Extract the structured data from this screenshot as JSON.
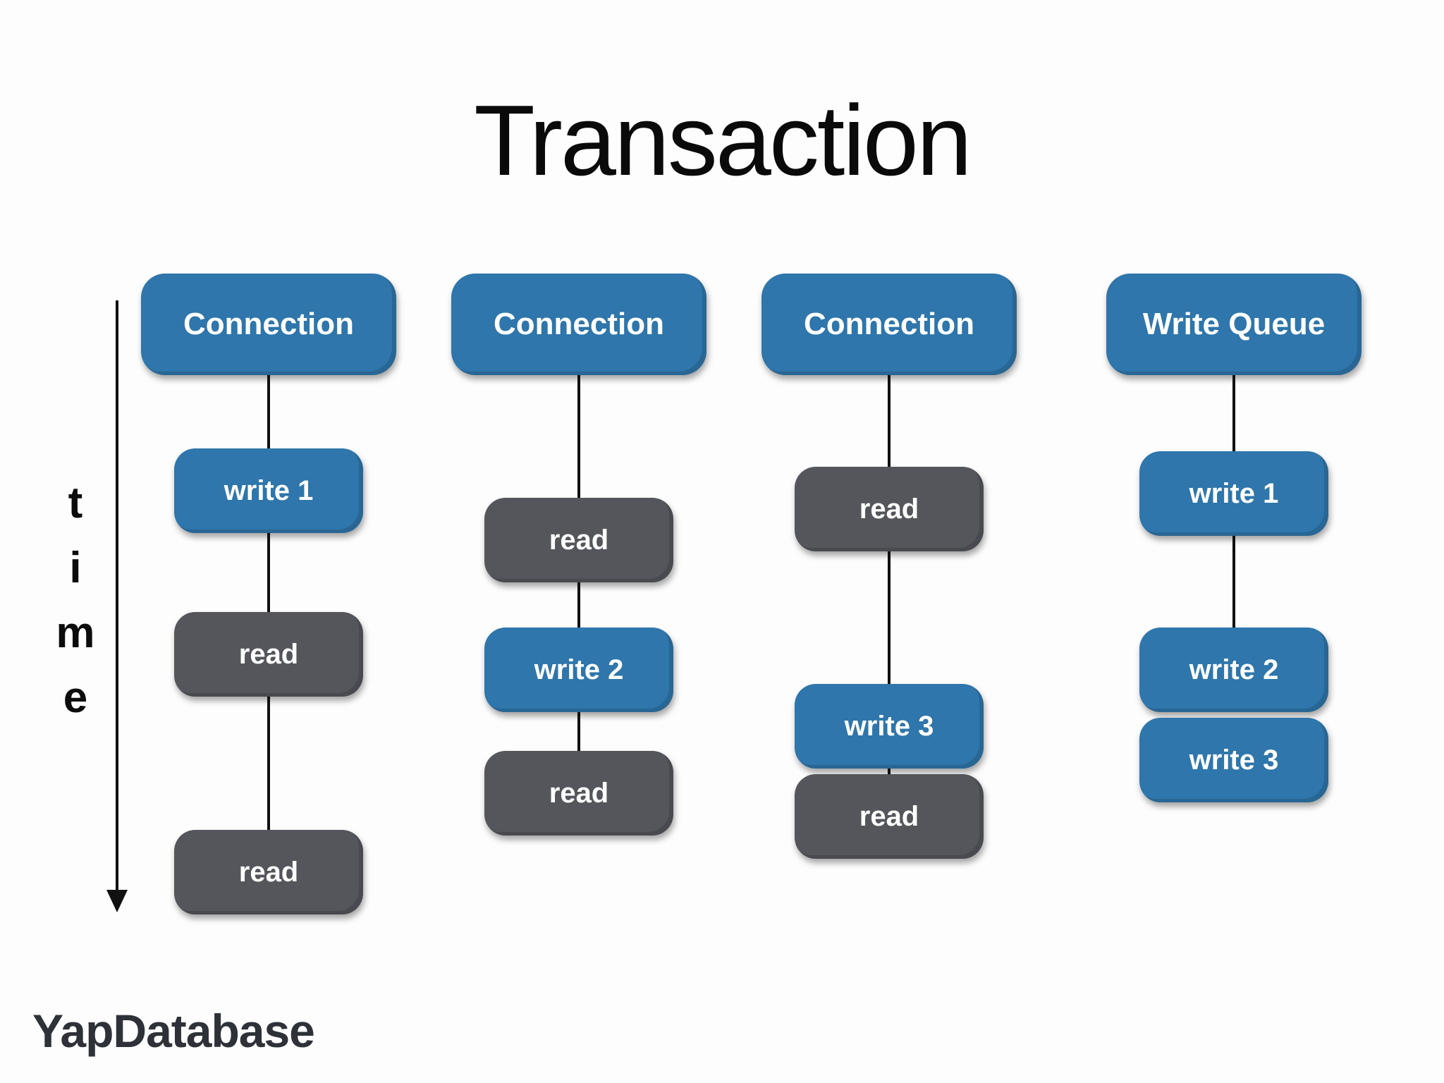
{
  "title": "Transaction",
  "footer": "YapDatabase",
  "time_axis": {
    "label": "time",
    "letters": [
      "t",
      "i",
      "m",
      "e"
    ]
  },
  "colors": {
    "write_box_blue": "#2e76ab",
    "read_box_gray": "#54565c",
    "text_white": "#ffffff",
    "line_black": "#111111",
    "background": "#fdfdfd"
  },
  "columns": [
    {
      "header": "Connection",
      "nodes": [
        {
          "label": "write 1",
          "type": "write"
        },
        {
          "label": "read",
          "type": "read"
        },
        {
          "label": "read",
          "type": "read"
        }
      ]
    },
    {
      "header": "Connection",
      "nodes": [
        {
          "label": "read",
          "type": "read"
        },
        {
          "label": "write 2",
          "type": "write"
        },
        {
          "label": "read",
          "type": "read"
        }
      ]
    },
    {
      "header": "Connection",
      "nodes": [
        {
          "label": "read",
          "type": "read"
        },
        {
          "label": "write 3",
          "type": "write"
        },
        {
          "label": "read",
          "type": "read"
        }
      ]
    },
    {
      "header": "Write Queue",
      "nodes": [
        {
          "label": "write 1",
          "type": "write"
        },
        {
          "label": "write 2",
          "type": "write"
        },
        {
          "label": "write 3",
          "type": "write"
        }
      ]
    }
  ]
}
